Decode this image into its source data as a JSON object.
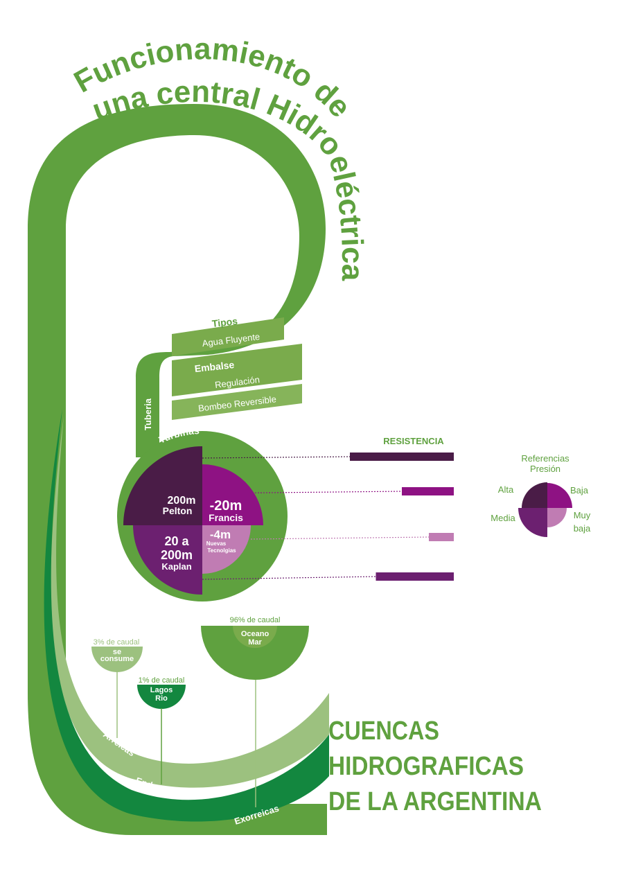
{
  "title": {
    "line1": "Funcionamiento de",
    "line2": "una central Hidroeléctrica"
  },
  "types": {
    "heading": "Tipos",
    "agua": "Agua Fluyente",
    "embalse": "Embalse",
    "regulacion": "Regulación",
    "bombeo": "Bombeo Reversible",
    "tuberia": "Tuberia"
  },
  "turbines": {
    "heading": "Turbinas",
    "pelton_value": "200m",
    "pelton_name": "Pelton",
    "francis_value": "-20m",
    "francis_name": "Francis",
    "kaplan_value_1": "20 a",
    "kaplan_value_2": "200m",
    "kaplan_name": "Kaplan",
    "nuevas_value": "-4m",
    "nuevas_name_1": "Nuevas",
    "nuevas_name_2": "Tecnolgias"
  },
  "resistencia": {
    "heading": "RESISTENCIA",
    "bars": [
      {
        "label": "Pelton",
        "value": 1.0,
        "color": "#4a1c47"
      },
      {
        "label": "Francis",
        "value": 0.5,
        "color": "#8e1283"
      },
      {
        "label": "Nuevas Tecnolgias",
        "value": 0.24,
        "color": "#c07cb3"
      },
      {
        "label": "Kaplan",
        "value": 0.75,
        "color": "#6c2070"
      }
    ]
  },
  "legend": {
    "title_1": "Referencias",
    "title_2": "Presión",
    "alta": "Alta",
    "baja": "Baja",
    "media": "Media",
    "muy_baja_1": "Muy",
    "muy_baja_2": "baja"
  },
  "basins": {
    "arreicas": "Arreicas",
    "endorreicas": "Endorreicas",
    "exorreicas": "Exorreicas",
    "consume_pct": "3% de caudal",
    "consume_1": "se",
    "consume_2": "consume",
    "lagos_pct": "1% de caudal",
    "lagos_1": "Lagos",
    "lagos_2": "Rio",
    "oceano_pct": "96% de caudal",
    "oceano_1": "Oceano",
    "oceano_2": "Mar"
  },
  "cuencas": {
    "line1": "CUENCAS",
    "line2": "HIDROGRAFICAS",
    "line3": "DE LA ARGENTINA"
  },
  "colors": {
    "green": "#5fa13f",
    "green_light": "#9cc17f",
    "green_dark": "#13873f",
    "purple_dark": "#4a1c47",
    "purple_mid": "#6c2070",
    "magenta": "#8e1283",
    "pink": "#c07cb3"
  }
}
